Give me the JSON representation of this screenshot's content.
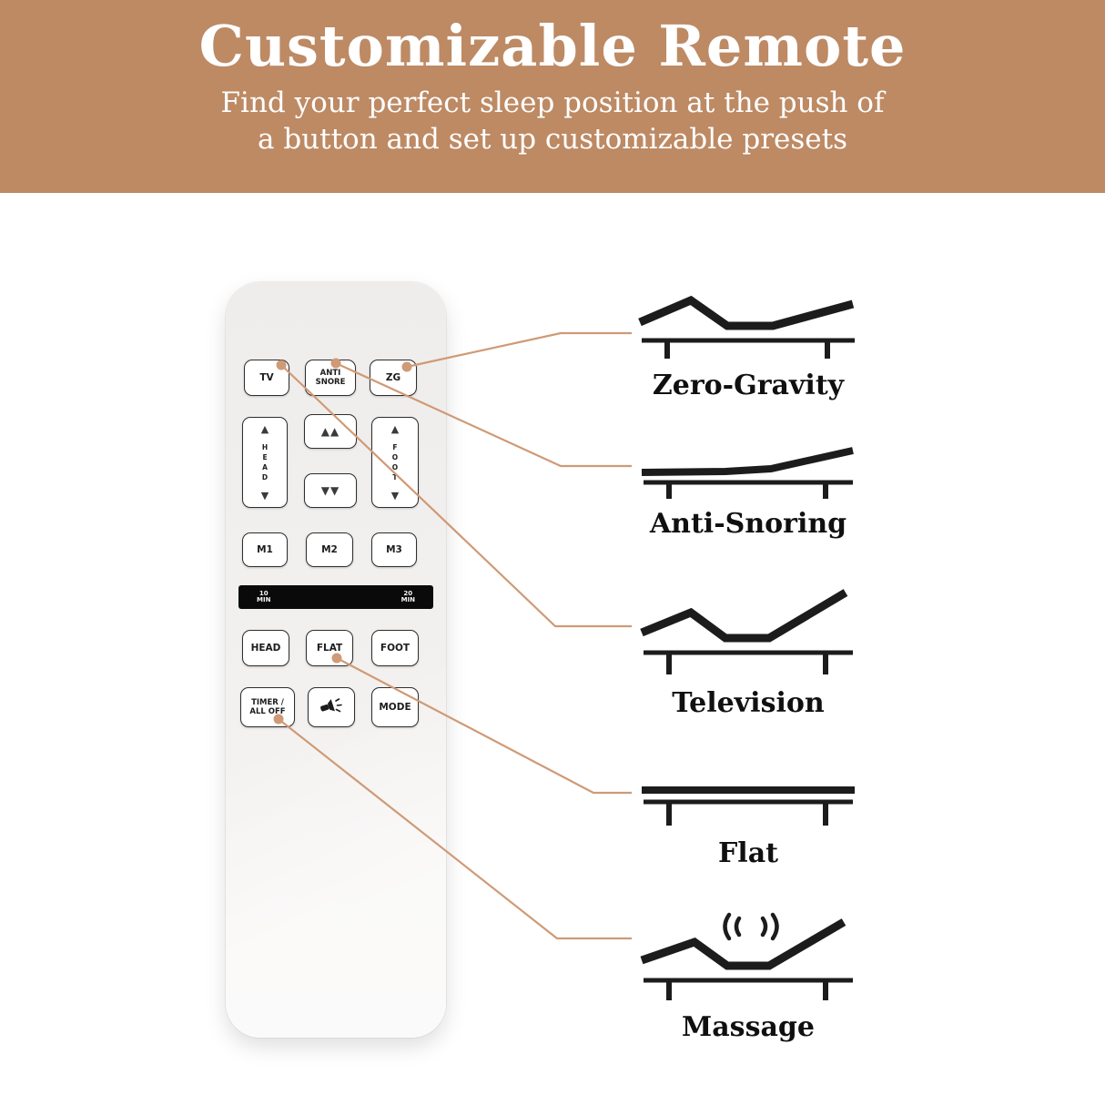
{
  "banner": {
    "title": "Customizable Remote",
    "subtitle_line1": "Find your perfect sleep position at the push of",
    "subtitle_line2": "a button and set up customizable presets",
    "background_color": "#bd8a64"
  },
  "remote": {
    "buttons": {
      "tv": "TV",
      "anti_snore": "ANTI\nSNORE",
      "zg": "ZG",
      "up_double": "▲▲",
      "down_double": "▼▼",
      "head_rocker": {
        "up": "▲",
        "text": "H\nE\nA\nD",
        "down": "▼"
      },
      "foot_rocker": {
        "up": "▲",
        "text": "F\nO\nO\nT",
        "down": "▼"
      },
      "m1": "M1",
      "m2": "M2",
      "m3": "M3",
      "head": "HEAD",
      "flat": "FLAT",
      "foot": "FOOT",
      "timer": "TIMER /\nALL OFF",
      "flashlight_icon": "flashlight",
      "mode": "MODE"
    },
    "display": {
      "left": "10\nMIN",
      "right": "20\nMIN"
    }
  },
  "positions": [
    {
      "label": "Zero-Gravity"
    },
    {
      "label": "Anti-Snoring"
    },
    {
      "label": "Television"
    },
    {
      "label": "Flat"
    },
    {
      "label": "Massage"
    }
  ],
  "colors": {
    "accent_line": "#cf9a76",
    "icon_black": "#1c1c1c",
    "banner": "#bd8a64"
  }
}
